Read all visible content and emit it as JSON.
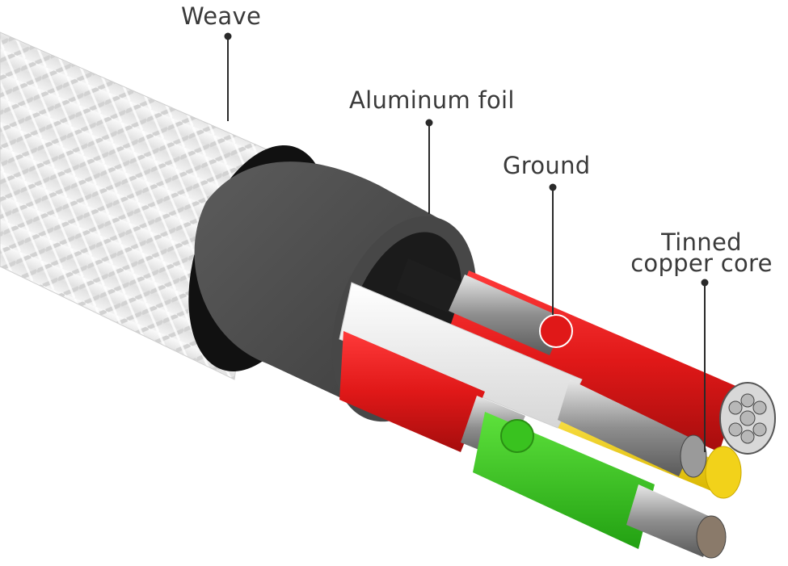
{
  "labels": {
    "weave": "Weave",
    "aluminum_foil": "Aluminum foil",
    "ground": "Ground",
    "tinned_line1": "Tinned",
    "tinned_line2": "copper core"
  },
  "colors": {
    "weave": "#e6e6e6",
    "jacket": "#4a4a4a",
    "foil": "#1e1e1e",
    "red": "#e01818",
    "white": "#f4f4f4",
    "yellow": "#f2d21a",
    "green": "#39c21f",
    "copper": "#9a9a9a",
    "leader": "#2a2a2a"
  }
}
